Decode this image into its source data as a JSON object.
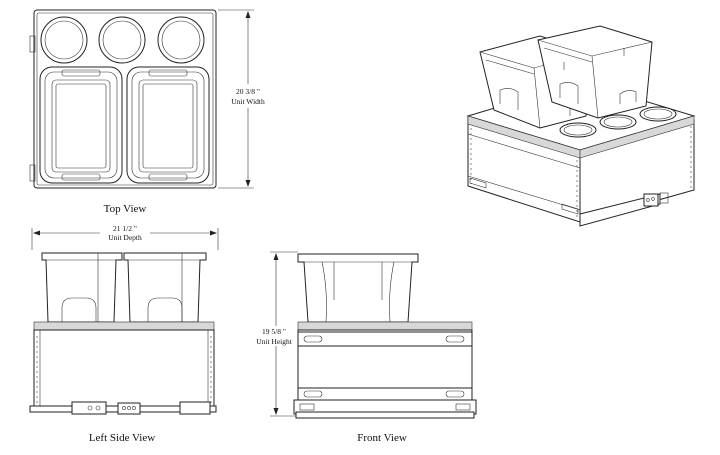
{
  "views": {
    "top": {
      "title": "Top View",
      "width_value": "20 3/8 \"",
      "width_label": "Unit Width"
    },
    "left_side": {
      "title": "Left Side View",
      "depth_value": "21 1/2 \"",
      "depth_label": "Unit Depth"
    },
    "front": {
      "title": "Front View",
      "height_value": "19 5/8 \"",
      "height_label": "Unit Height"
    },
    "isometric": {
      "title": ""
    }
  },
  "colors": {
    "line": "#222222",
    "background": "#ffffff",
    "shade": "#d8d8d8"
  }
}
